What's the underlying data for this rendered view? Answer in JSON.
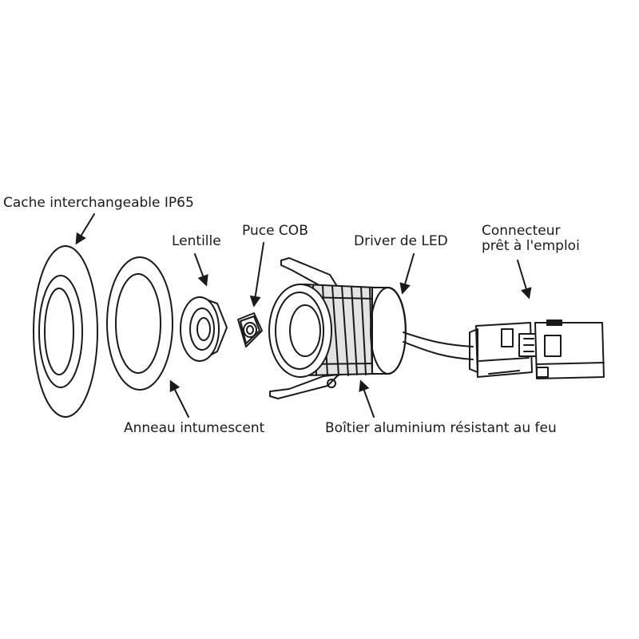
{
  "diagram": {
    "labels": {
      "cover": "Cache interchangeable IP65",
      "lens": "Lentille",
      "chip": "Puce COB",
      "driver": "Driver de LED",
      "connector_line1": "Connecteur",
      "connector_line2": "prêt à l'emploi",
      "ring": "Anneau intumescent",
      "housing": "Boîtier aluminium résistant au feu"
    }
  }
}
